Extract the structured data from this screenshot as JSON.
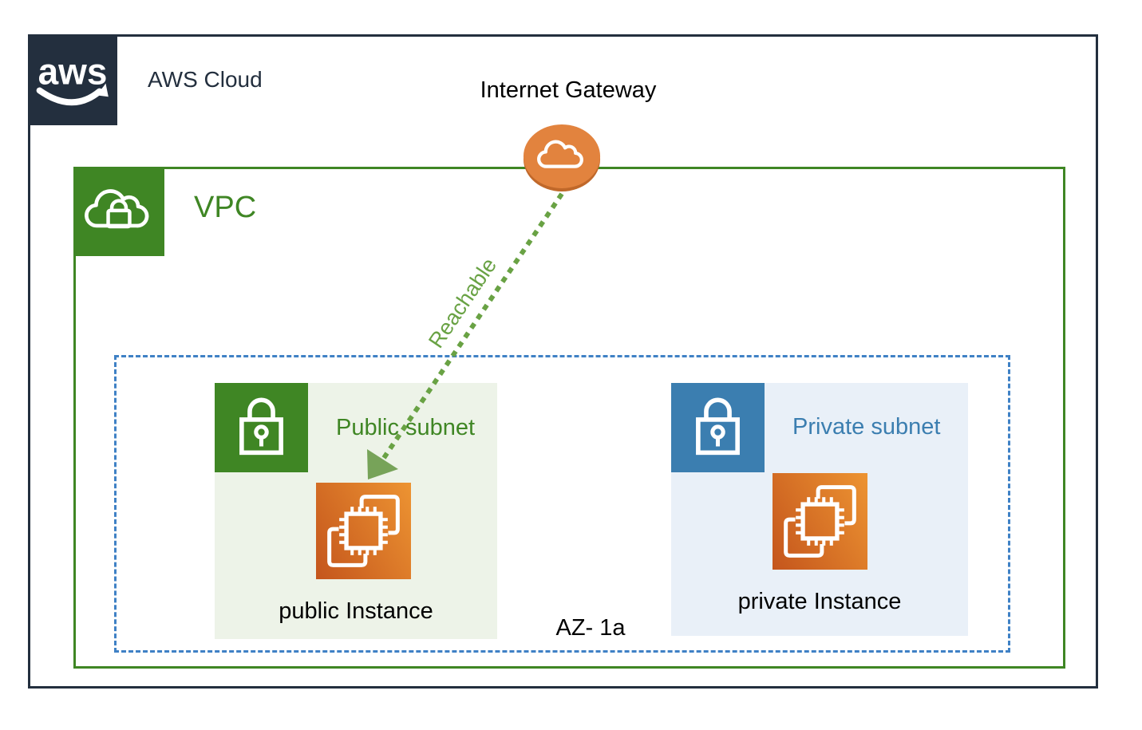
{
  "diagram": {
    "logo_text": "aws",
    "aws_cloud": {
      "label": "AWS Cloud"
    },
    "internet_gateway": {
      "label": "Internet Gateway"
    },
    "vpc": {
      "label": "VPC"
    },
    "availability_zone": {
      "label": "AZ- 1a"
    },
    "public_subnet": {
      "label": "Public subnet",
      "instance_label": "public Instance"
    },
    "private_subnet": {
      "label": "Private subnet",
      "instance_label": "private Instance"
    },
    "connection": {
      "label": "Reachable"
    }
  },
  "colors": {
    "navy": "#232F3E",
    "green": "#3F8624",
    "green_subnet_bg": "#EDF3E8",
    "arrow_green": "#69A244",
    "arrowhead_green": "#77A359",
    "blue": "#3B7EB0",
    "az_dashed_blue": "#3F81C5",
    "blue_subnet_bg": "#E9F0F8",
    "igw_orange": "#E2833E",
    "igw_orange_rim": "#C0682A",
    "ec2_gradient_start": "#C4551C",
    "ec2_gradient_end": "#ED9432",
    "white": "#FFFFFF"
  }
}
